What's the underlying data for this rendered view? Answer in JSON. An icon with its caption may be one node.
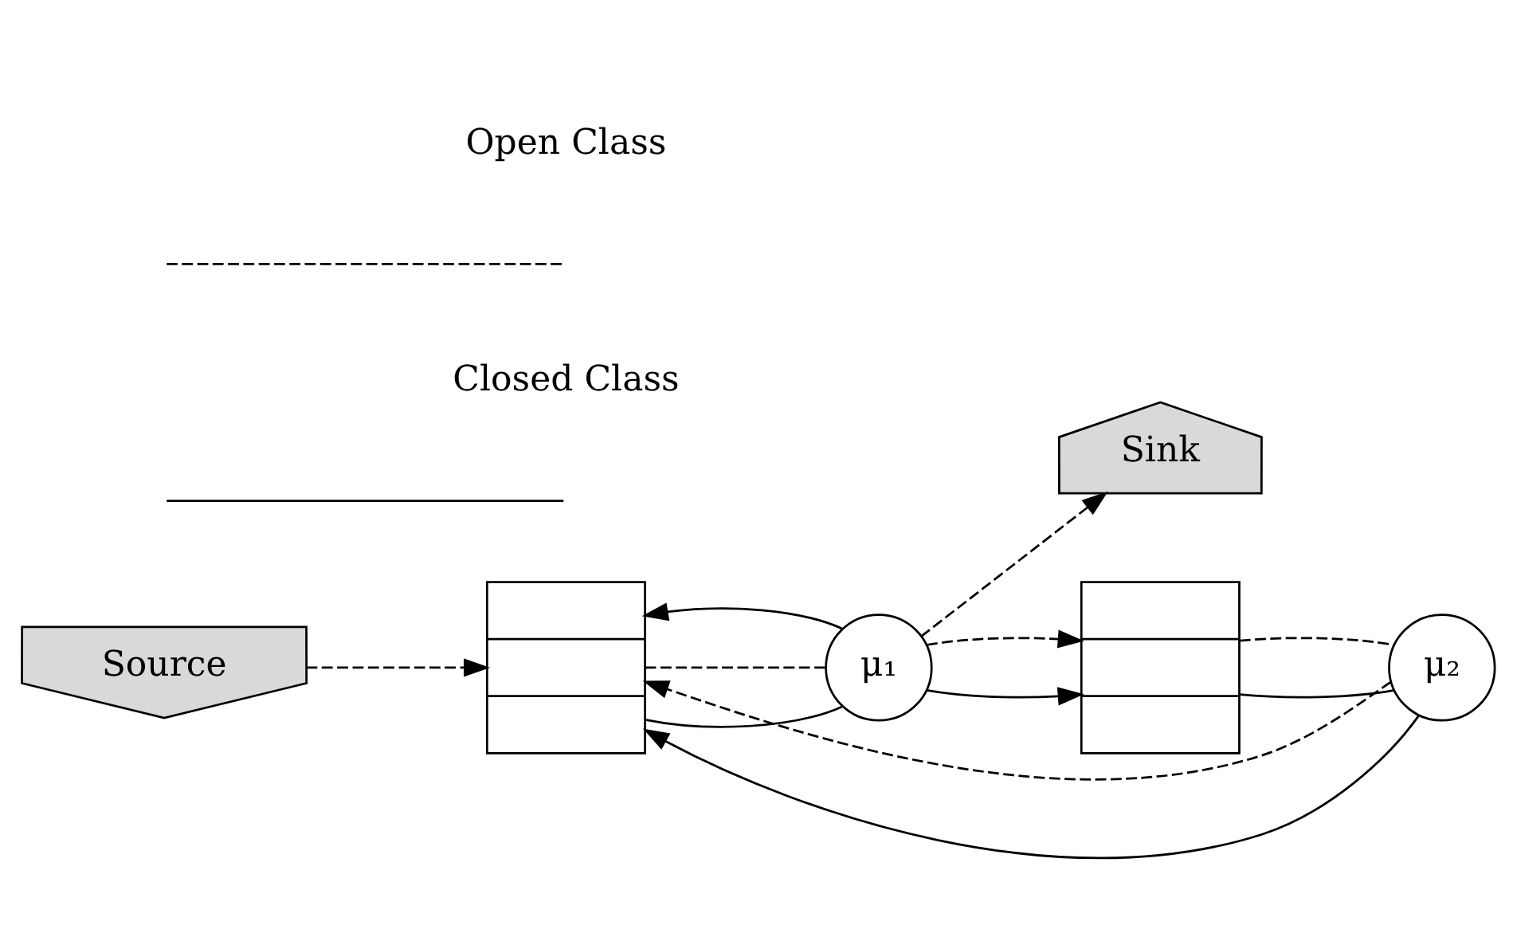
{
  "diagram": {
    "nodes": [
      {
        "text": [
          "Source"
        ]
      },
      {
        "text": [],
        "shape": "box"
      },
      {
        "text": [
          "μ₁"
        ]
      },
      {
        "text": [
          "Sink"
        ]
      },
      {
        "text": [],
        "shape": "box"
      },
      {
        "text": [
          "μ₂"
        ]
      }
    ],
    "edges": [
      {
        "from": 0,
        "to": 1,
        "arrow": "to",
        "style": "dashed"
      },
      {
        "from": 1,
        "to": 2,
        "arrow": "none"
      },
      {
        "from": 1,
        "to": 2,
        "arrow": "none",
        "style": "dashed"
      },
      {
        "from": 2,
        "to": 4,
        "arrow": "to"
      },
      {
        "from": 2,
        "to": 4,
        "arrow": "to",
        "style": "dashed"
      },
      {
        "from": 2,
        "to": 3,
        "arrow": "to",
        "style": "dashed"
      },
      {
        "from": 2,
        "to": 1,
        "arrow": "to"
      },
      {
        "from": 4,
        "to": 5,
        "arrow": "none"
      },
      {
        "from": 4,
        "to": 5,
        "arrow": "none",
        "style": "dashed"
      },
      {
        "from": 5,
        "to": 1,
        "arrow": "to"
      },
      {
        "from": 5,
        "to": 1,
        "arrow": "to",
        "style": "dashed"
      }
    ],
    "legend": [
      {
        "text": "Open Class"
      },
      {
        "text": "Closed Class"
      }
    ]
  }
}
